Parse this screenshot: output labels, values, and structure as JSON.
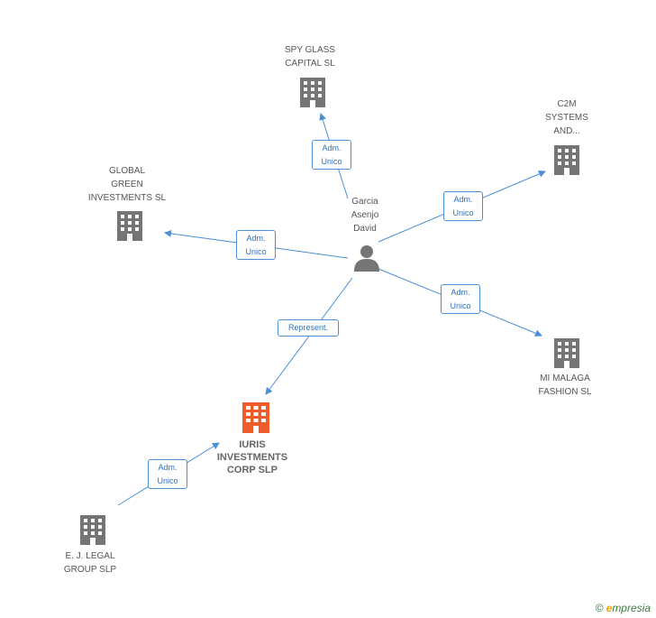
{
  "colors": {
    "edge": "#4a8fd6",
    "company": "#757575",
    "company_main": "#ef5a2b",
    "person": "#757575"
  },
  "person": {
    "label": "Garcia\nAsenjo\nDavid",
    "icon": "person-icon"
  },
  "companies": {
    "spy_glass": {
      "label": "SPY GLASS\nCAPITAL  SL",
      "icon": "building-icon"
    },
    "c2m": {
      "label": "C2M\nSYSTEMS\nAND...",
      "icon": "building-icon"
    },
    "global_green": {
      "label": "GLOBAL\nGREEN\nINVESTMENTS SL",
      "icon": "building-icon"
    },
    "mi_malaga": {
      "label": "MI MALAGA\nFASHION SL",
      "icon": "building-icon"
    },
    "iuris": {
      "label": "IURIS\nINVESTMENTS\nCORP SLP",
      "icon": "building-icon"
    },
    "ej_legal": {
      "label": "E.  J. LEGAL\nGROUP  SLP",
      "icon": "building-icon"
    }
  },
  "edges": {
    "to_spy_glass": "Adm.\nUnico",
    "to_c2m": "Adm.\nUnico",
    "to_global_green": "Adm.\nUnico",
    "to_mi_malaga": "Adm.\nUnico",
    "to_iuris": "Represent.",
    "ej_to_iuris": "Adm.\nUnico"
  },
  "footer": {
    "copyright": "©",
    "brand_initial": "e",
    "brand_rest": "mpresia"
  }
}
